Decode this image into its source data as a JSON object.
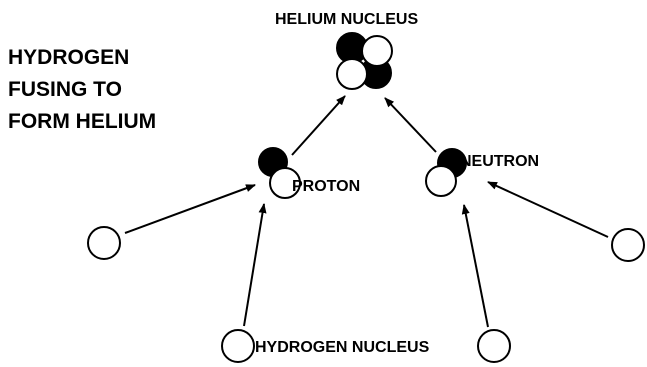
{
  "title": {
    "lines": [
      "HYDROGEN",
      "FUSING TO",
      "FORM HELIUM"
    ]
  },
  "labels": {
    "helium_nucleus": "HELIUM NUCLEUS",
    "proton": "PROTON",
    "neutron": "NEUTRON",
    "hydrogen_nucleus": "HYDROGEN NUCLEUS"
  },
  "colors": {
    "ink": "#000000",
    "background": "#ffffff"
  }
}
